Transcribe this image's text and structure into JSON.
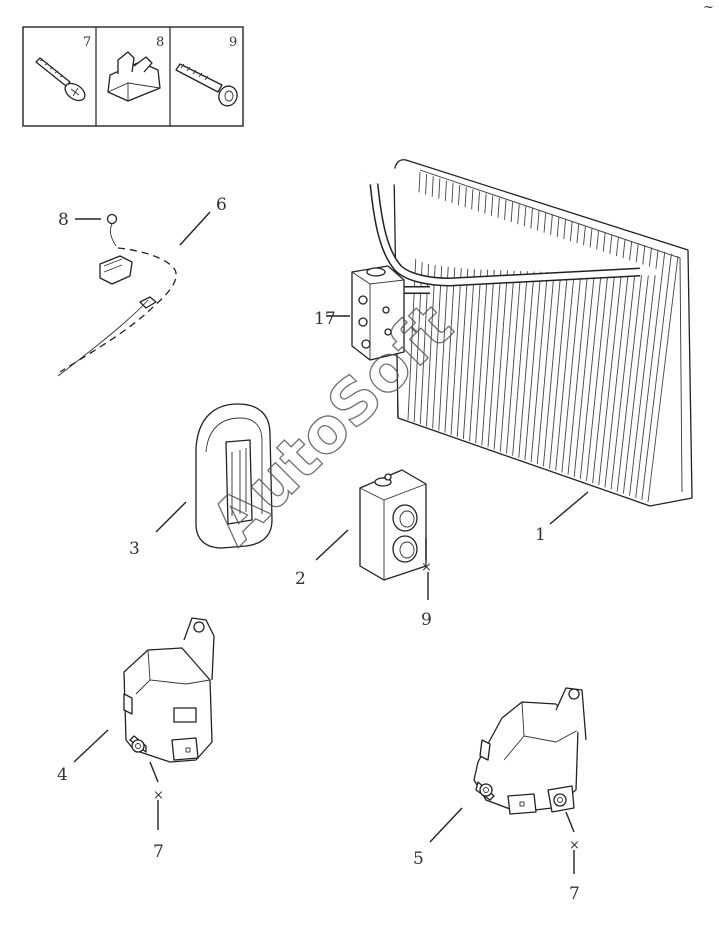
{
  "watermark": "AutoSoft",
  "inset": {
    "labels": [
      "7",
      "8",
      "9"
    ],
    "items": [
      "screw",
      "clip",
      "bolt"
    ]
  },
  "callouts": {
    "n1": "1",
    "n2": "2",
    "n3": "3",
    "n4": "4",
    "n5": "5",
    "n6": "6",
    "n7a": "7",
    "n7b": "7",
    "n8": "8",
    "n9": "9",
    "n17": "17"
  },
  "markers": {
    "x": "×"
  }
}
